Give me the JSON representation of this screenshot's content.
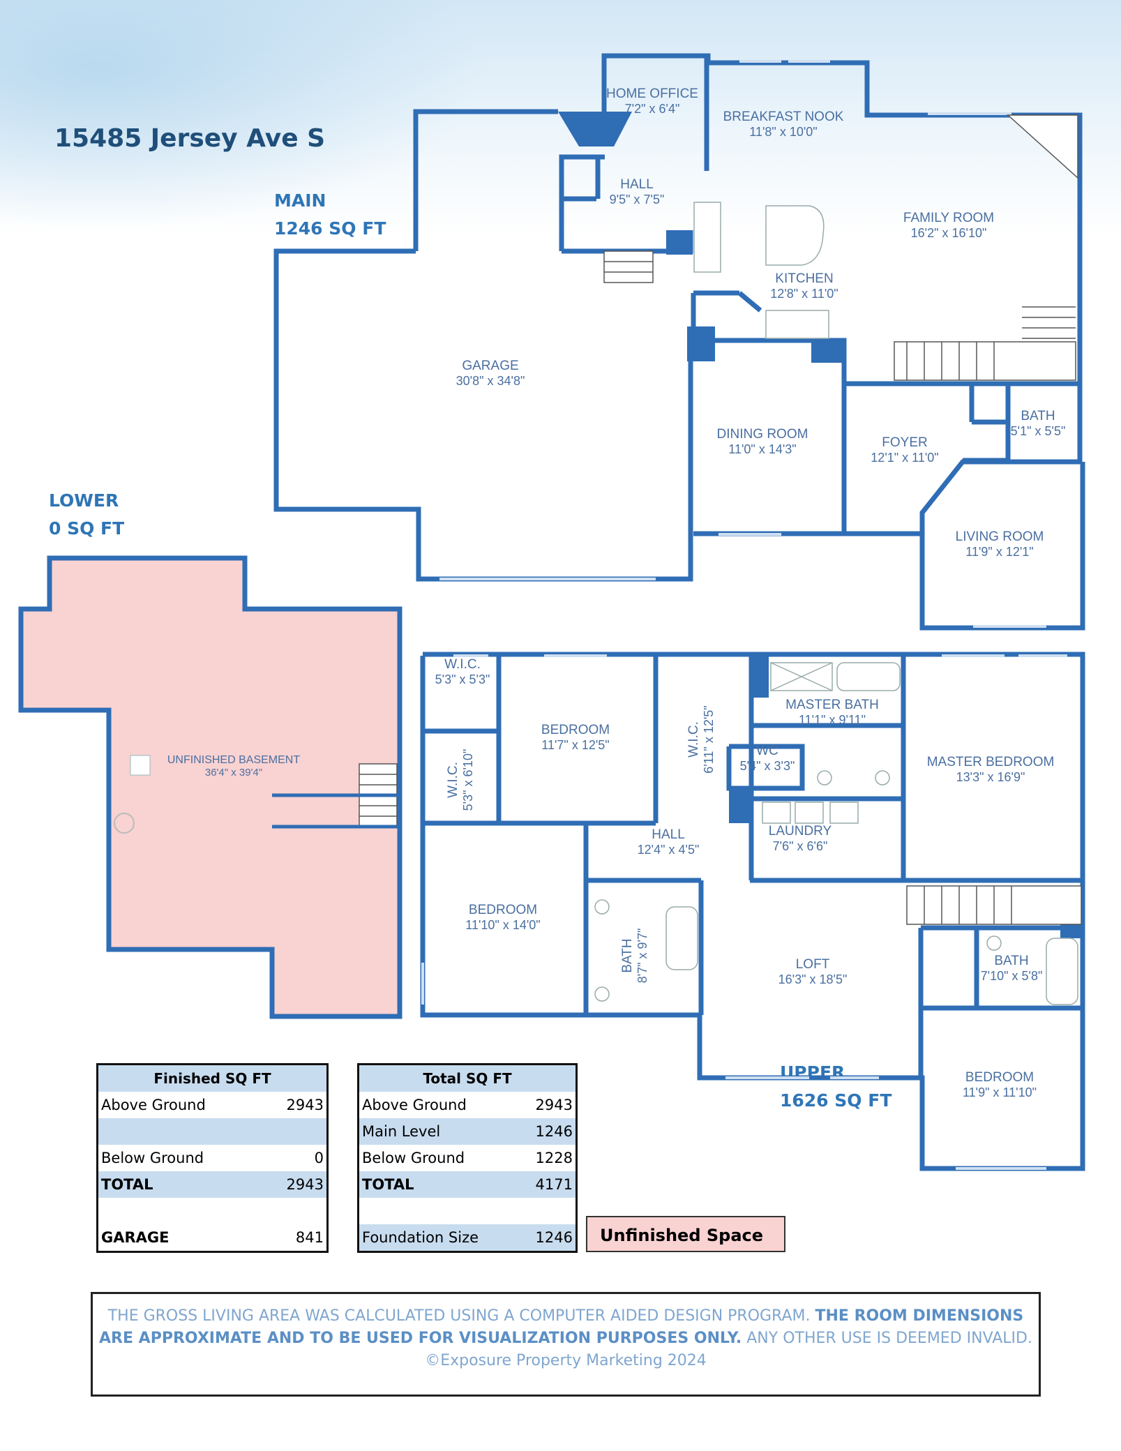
{
  "address": "15485 Jersey Ave S",
  "levels": {
    "main": {
      "name": "MAIN",
      "area": "1246 SQ FT"
    },
    "lower": {
      "name": "LOWER",
      "area": "0 SQ FT"
    },
    "upper": {
      "name": "UPPER",
      "area": "1626 SQ FT"
    }
  },
  "rooms": {
    "home_office": {
      "name": "HOME OFFICE",
      "dim": "7'2\" x 6'4\""
    },
    "breakfast_nook": {
      "name": "BREAKFAST NOOK",
      "dim": "11'8\" x 10'0\""
    },
    "hall_main": {
      "name": "HALL",
      "dim": "9'5\" x 7'5\""
    },
    "family_room": {
      "name": "FAMILY ROOM",
      "dim": "16'2\" x 16'10\""
    },
    "kitchen": {
      "name": "KITCHEN",
      "dim": "12'8\" x 11'0\""
    },
    "garage": {
      "name": "GARAGE",
      "dim": "30'8\" x 34'8\""
    },
    "dining_room": {
      "name": "DINING ROOM",
      "dim": "11'0\" x 14'3\""
    },
    "foyer": {
      "name": "FOYER",
      "dim": "12'1\" x 11'0\""
    },
    "bath_main": {
      "name": "BATH",
      "dim": "5'1\" x 5'5\""
    },
    "living_room": {
      "name": "LIVING ROOM",
      "dim": "11'9\" x 12'1\""
    },
    "basement": {
      "name": "UNFINISHED BASEMENT",
      "dim": "36'4\" x 39'4\""
    },
    "wic_1": {
      "name": "W.I.C.",
      "dim": "5'3\" x 5'3\""
    },
    "wic_2": {
      "name": "W.I.C.",
      "dim": "5'3\" x 6'10\""
    },
    "bedroom_1": {
      "name": "BEDROOM",
      "dim": "11'7\" x 12'5\""
    },
    "wic_3": {
      "name": "W.I.C.",
      "dim": "6'11\" x 12'5\""
    },
    "master_bath": {
      "name": "MASTER BATH",
      "dim": "11'1\" x 9'11\""
    },
    "wc": {
      "name": "WC",
      "dim": "5'4\" x 3'3\""
    },
    "master_bedroom": {
      "name": "MASTER BEDROOM",
      "dim": "13'3\" x 16'9\""
    },
    "hall_upper": {
      "name": "HALL",
      "dim": "12'4\" x 4'5\""
    },
    "laundry": {
      "name": "LAUNDRY",
      "dim": "7'6\" x 6'6\""
    },
    "bedroom_2": {
      "name": "BEDROOM",
      "dim": "11'10\" x 14'0\""
    },
    "bath_upper_1": {
      "name": "BATH",
      "dim": "8'7\" x 9'7\""
    },
    "loft": {
      "name": "LOFT",
      "dim": "16'3\" x 18'5\""
    },
    "bath_upper_2": {
      "name": "BATH",
      "dim": "7'10\" x 5'8\""
    },
    "bedroom_3": {
      "name": "BEDROOM",
      "dim": "11'9\" x 11'10\""
    }
  },
  "finished_table": {
    "header": "Finished SQ FT",
    "rows": [
      {
        "label": "Above Ground",
        "value": "2943"
      },
      {
        "label": "",
        "value": ""
      },
      {
        "label": "Below Ground",
        "value": "0"
      },
      {
        "label": "TOTAL",
        "value": "2943"
      },
      {
        "label": "",
        "value": ""
      },
      {
        "label": "GARAGE",
        "value": "841"
      }
    ]
  },
  "total_table": {
    "header": "Total SQ FT",
    "rows": [
      {
        "label": "Above Ground",
        "value": "2943"
      },
      {
        "label": "Main Level",
        "value": "1246"
      },
      {
        "label": "Below Ground",
        "value": "1228"
      },
      {
        "label": "TOTAL",
        "value": "4171"
      },
      {
        "label": "",
        "value": ""
      },
      {
        "label": "Foundation Size",
        "value": "1246"
      }
    ]
  },
  "legend": {
    "label": "Unfinished Space",
    "color": "#f9d2d2"
  },
  "disclaimer": {
    "part1": "THE GROSS LIVING AREA WAS CALCULATED USING A COMPUTER AIDED DESIGN PROGRAM.",
    "part2_bold": "THE ROOM DIMENSIONS ARE APPROXIMATE AND TO BE USED FOR VISUALIZATION PURPOSES ONLY.",
    "part3": "ANY OTHER USE IS DEEMED INVALID.",
    "copyright": "©Exposure Property Marketing 2024"
  },
  "colors": {
    "wall": "#2f6db5",
    "label": "#4a6fa0",
    "table_shade": "#c8dcef",
    "unfinished": "#f9d2d2"
  }
}
